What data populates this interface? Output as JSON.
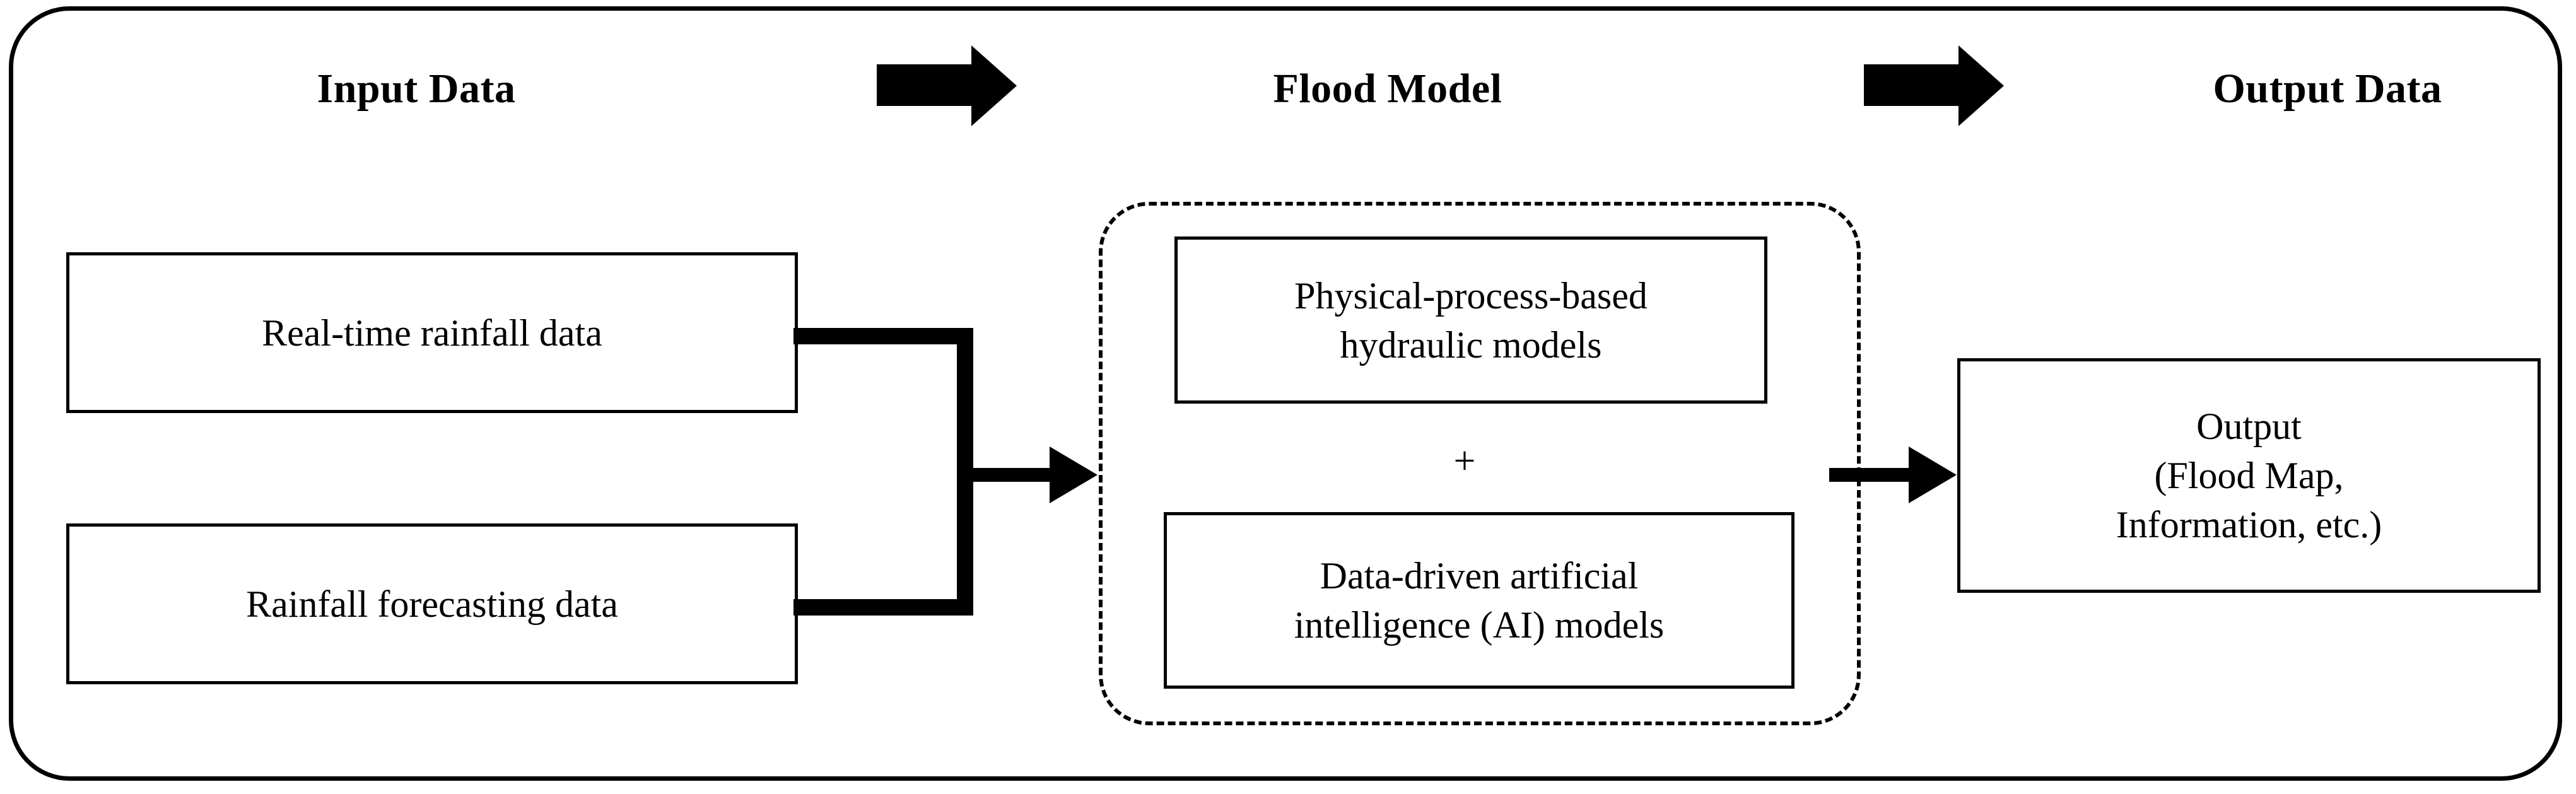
{
  "figure": {
    "title": "Flood model framework: input data, flood model, output data",
    "headers": [
      {
        "key": "input",
        "label": "Input Data"
      },
      {
        "key": "flood",
        "label": "Flood Model"
      },
      {
        "key": "output",
        "label": "Output Data"
      }
    ],
    "arrows": {
      "header_arrow_1": "right-arrow-icon",
      "header_arrow_2": "right-arrow-icon",
      "merge_arrow": "right-arrow-icon",
      "output_arrow": "right-arrow-icon"
    },
    "input_boxes": [
      {
        "key": "realtime",
        "label": "Real-time rainfall data"
      },
      {
        "key": "forecast",
        "label": "Rainfall forecasting data"
      }
    ],
    "flood_model": {
      "container_style": "dashed-rounded",
      "components": [
        {
          "key": "physical",
          "line1": "Physical-process-based",
          "line2": "hydraulic models"
        },
        {
          "key": "ai",
          "line1": "Data-driven artificial",
          "line2": "intelligence (AI) models"
        }
      ],
      "operator": "+"
    },
    "output_box": {
      "line1": "Output",
      "line2": "(Flood Map,",
      "line3": "Information, etc.)"
    },
    "colors": {
      "stroke": "#000000",
      "background": "#ffffff",
      "text": "#000000"
    }
  }
}
